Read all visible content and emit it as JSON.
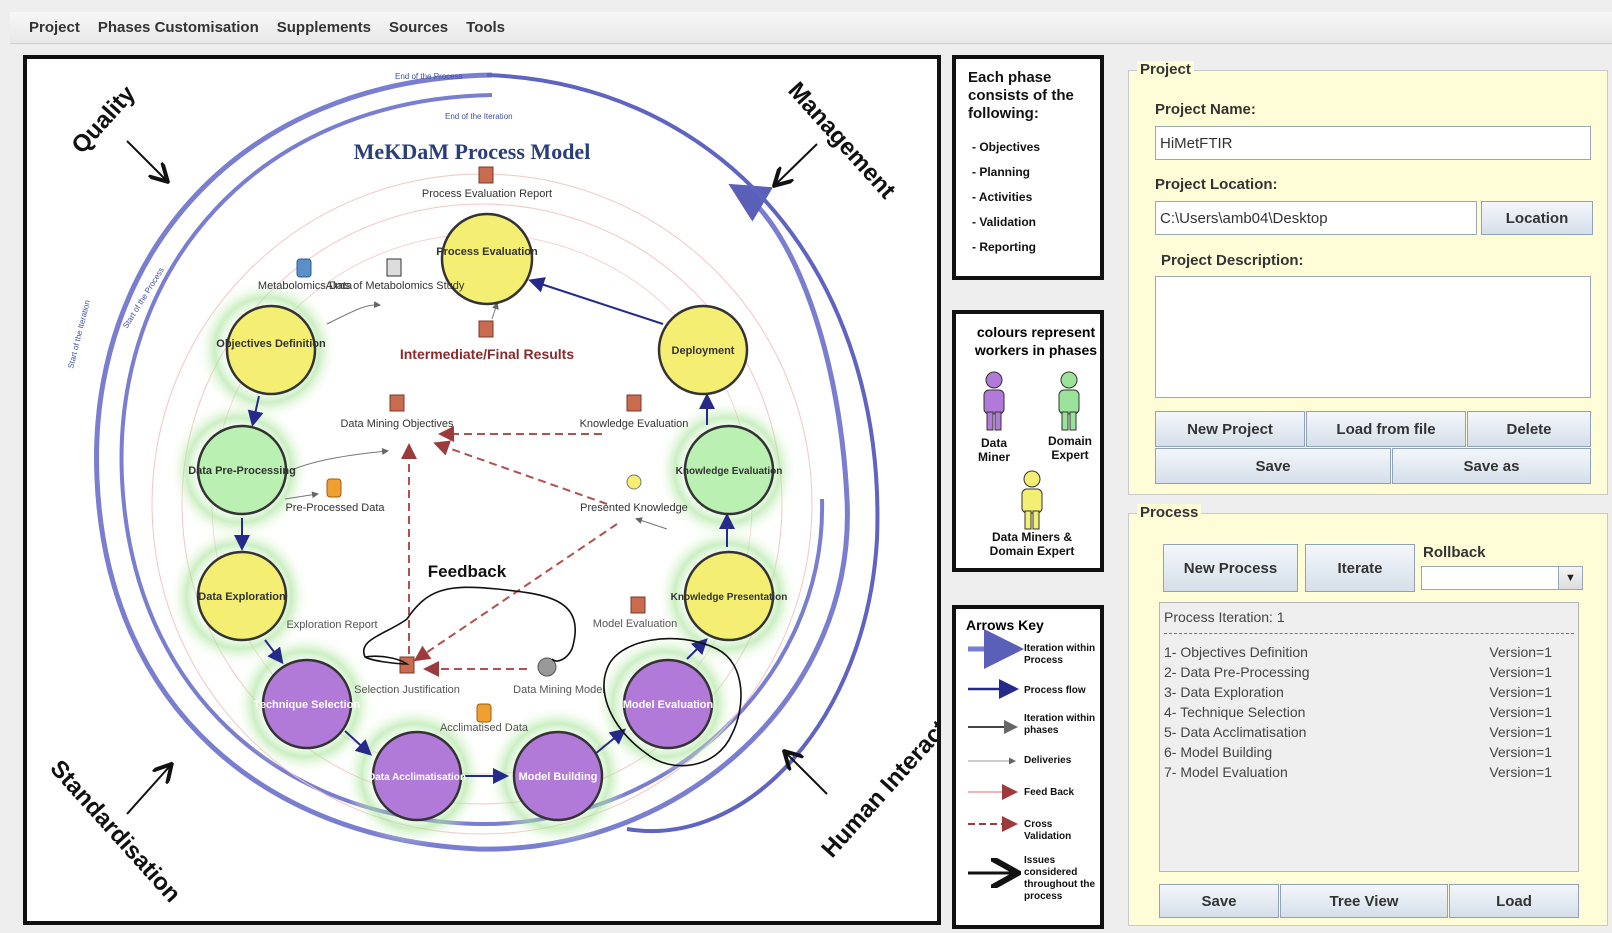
{
  "menu": [
    "Project",
    "Phases Customisation",
    "Supplements",
    "Sources",
    "Tools"
  ],
  "diagram": {
    "title": "MeKDaM Process Model",
    "corners": {
      "quality": "Quality",
      "management": "Management",
      "standardisation": "Standardisation",
      "human_interaction": "Human Interaction"
    },
    "end_process": "End of the Process",
    "end_iteration": "End of the Iteration",
    "start_iteration": "Start of the Iteration",
    "start_process": "Start of the Process",
    "phases": {
      "process_evaluation": "Process Evaluation",
      "objectives_definition": "Objectives Definition",
      "data_preprocessing": "Data Pre-Processing",
      "data_exploration": "Data Exploration",
      "technique_selection": "Technique Selection",
      "data_acclimatisation": "Data Acclimatisation",
      "model_building": "Model Building",
      "model_evaluation": "Model Evaluation",
      "knowledge_presentation": "Knowledge Presentation",
      "knowledge_evaluation": "Knowledge Evaluation",
      "deployment": "Deployment"
    },
    "artifacts": {
      "process_evaluation_report": "Process Evaluation Report",
      "metabolomics_data": "Metabolomics Data",
      "aims": "Aims of Metabolomics Study",
      "intermediate_results": "Intermediate/Final Results",
      "data_mining_objectives": "Data Mining Objectives",
      "preprocessed_data": "Pre-Processed Data",
      "exploration_report": "Exploration Report",
      "selection_justification": "Selection Justification",
      "acclimatised_data": "Acclimatised Data",
      "data_mining_model": "Data Mining Model",
      "model_evaluation_report": "Model Evaluation",
      "knowledge_evaluation": "Knowledge Evaluation",
      "presented_knowledge": "Presented Knowledge"
    },
    "feedback": "Feedback"
  },
  "phase_legend": {
    "heading": "Each phase consists of the following:",
    "items": [
      "- Objectives",
      "- Planning",
      "- Activities",
      "- Validation",
      "- Reporting"
    ]
  },
  "workers_legend": {
    "heading": "colours represent workers in phases",
    "data_miner": "Data Miner",
    "domain_expert": "Domain Expert",
    "both": "Data Miners & Domain Expert",
    "colors": {
      "data_miner": "#b27ad8",
      "domain_expert": "#9be39b",
      "both": "#f4ef72"
    }
  },
  "arrows_legend": {
    "heading": "Arrows Key",
    "items": [
      "Iteration within Process",
      "Process flow",
      "Iteration within phases",
      "Deliveries",
      "Feed Back",
      "Cross Validation",
      "Issues considered throughout the process"
    ]
  },
  "project_panel": {
    "title": "Project",
    "name_label": "Project Name:",
    "name_value": "HiMetFTIR",
    "location_label": "Project Location:",
    "location_value": "C:\\Users\\amb04\\Desktop",
    "location_button": "Location",
    "description_label": "Project Description:",
    "description_value": "",
    "new_project": "New Project",
    "load_from_file": "Load from file",
    "delete": "Delete",
    "save": "Save",
    "save_as": "Save as"
  },
  "process_panel": {
    "title": "Process",
    "new_process": "New Process",
    "iterate": "Iterate",
    "rollback_label": "Rollback",
    "rollback_value": "",
    "iteration_header": "Process Iteration: 1",
    "phases": [
      {
        "name": "1- Objectives Definition",
        "version": "Version=1"
      },
      {
        "name": "2- Data Pre-Processing",
        "version": "Version=1"
      },
      {
        "name": "3- Data Exploration",
        "version": "Version=1"
      },
      {
        "name": "4- Technique Selection",
        "version": "Version=1"
      },
      {
        "name": "5- Data Acclimatisation",
        "version": "Version=1"
      },
      {
        "name": "6- Model Building",
        "version": "Version=1"
      },
      {
        "name": "7- Model Evaluation",
        "version": "Version=1"
      }
    ],
    "save": "Save",
    "tree_view": "Tree View",
    "load": "Load"
  }
}
